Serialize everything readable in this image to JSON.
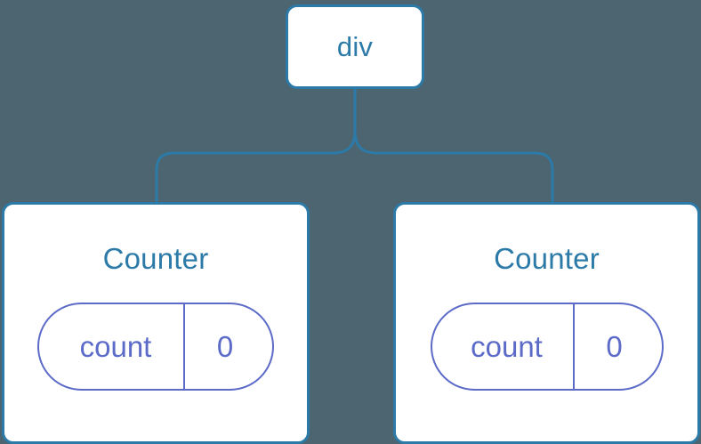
{
  "diagram": {
    "type": "component-tree",
    "background_color": "#4c6570",
    "node_border_color": "#2b7aa8",
    "node_label_color": "#2b7aa8",
    "state_accent_color": "#5c6bc8",
    "connector_color": "#2b7aa8",
    "root": {
      "label": "div"
    },
    "children": [
      {
        "title": "Counter",
        "state": {
          "key": "count",
          "value": "0"
        }
      },
      {
        "title": "Counter",
        "state": {
          "key": "count",
          "value": "0"
        }
      }
    ]
  }
}
